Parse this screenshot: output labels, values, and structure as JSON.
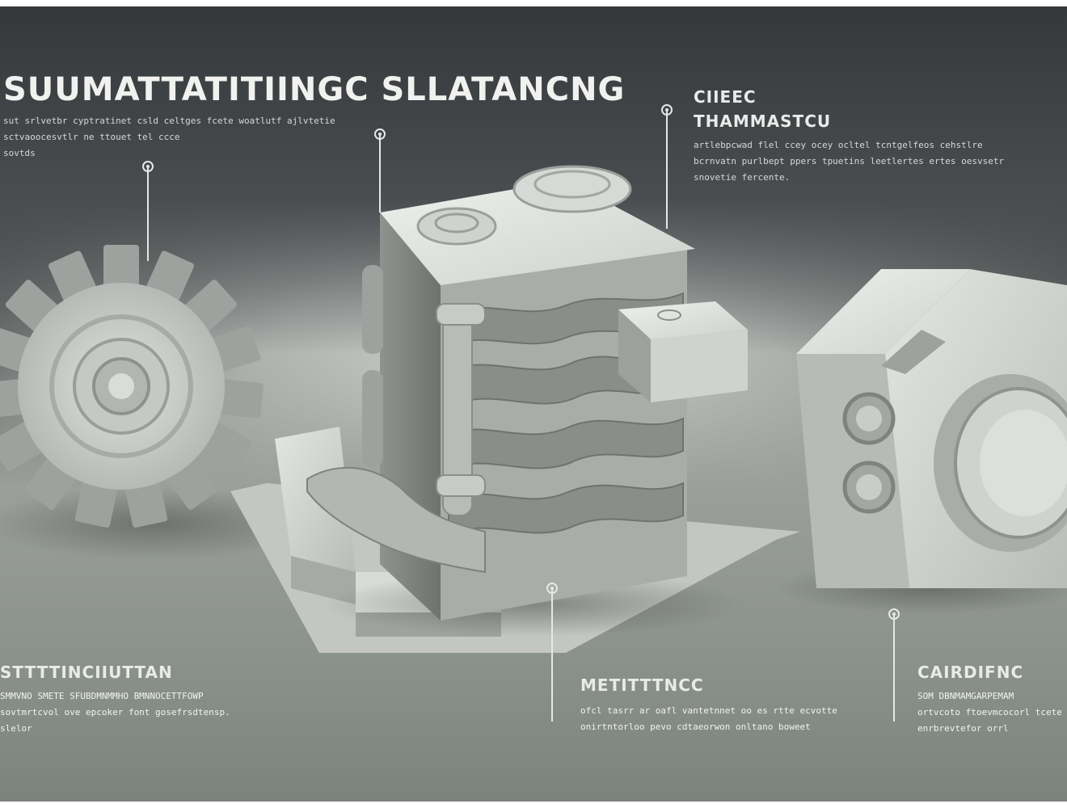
{
  "title": "SUUMATTATITIINGC SLLATANCNG",
  "intro": {
    "lines": [
      "sut srlvetbr cyptratinet csld celtges fcete woatlutf ajlvtetie",
      "sctvaoocesvtlr ne ttouet tel ccce",
      "sovtds"
    ]
  },
  "callouts": [
    {
      "id": "top-right",
      "heading_lines": [
        "CIIEEC",
        "THAMMASTCU"
      ],
      "lines": [
        "artlebpcwad flel ccey ocey ocltel tcntgelfeos cehstlre",
        "bcrnvatn purlbept ppers tpuetins leetlertes ertes oesvsetr",
        "snovetie fercente."
      ]
    },
    {
      "id": "bottom-left",
      "heading_lines": [
        "STTTTINCIIUTTAN"
      ],
      "lines": [
        "SMMVNO SMETE SFUBDMNMMHO BMNNOCETTFOWP",
        "sovtmrtcvol ove epcoker font gosefrsdtensp.",
        "slelor"
      ]
    },
    {
      "id": "bottom-center",
      "heading_lines": [
        "METITTTNCC"
      ],
      "lines": [
        "ofcl tasrr ar oafl vantetnnet oo es rtte ecvotte",
        "onirtntorloo pevo cdtaeorwon onltano boweet"
      ]
    },
    {
      "id": "bottom-right",
      "heading_lines": [
        "CAIRDIFNC"
      ],
      "lines": [
        "SOM DBNMAMGARPEMAM",
        "ortvcoto ftoevmcocorl tcete",
        "enrbrevtefor orrl"
      ]
    }
  ],
  "colors": {
    "background_dark": "#35383b",
    "floor": "#9a9f9b",
    "model": "#c9ccc8",
    "text": "#e9ebe8"
  }
}
